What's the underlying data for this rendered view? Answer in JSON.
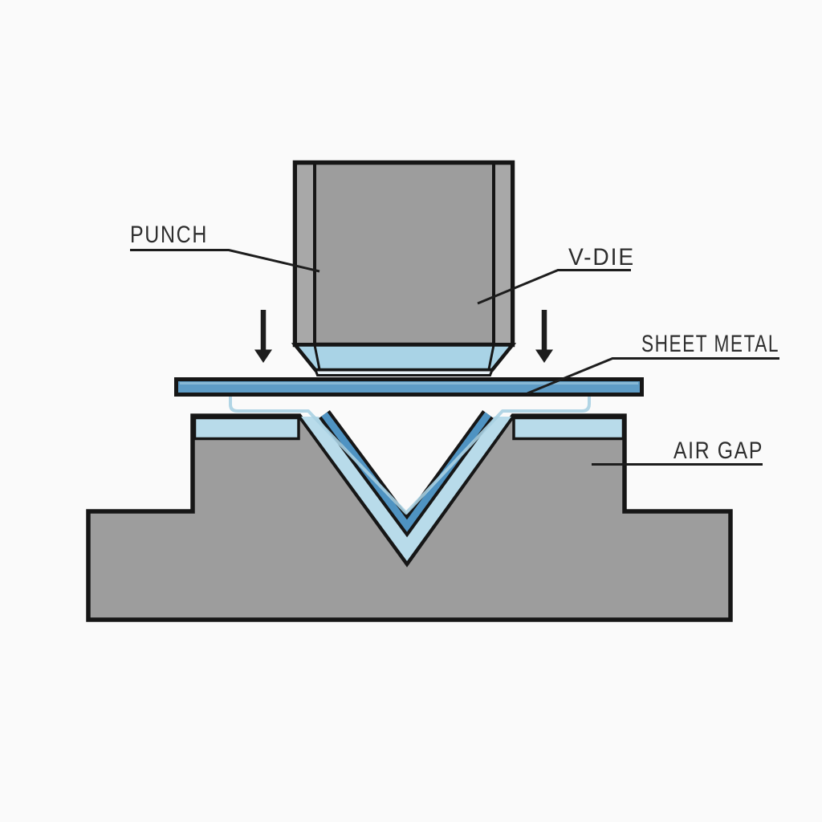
{
  "diagram": {
    "labels": {
      "punch": "PUNCH",
      "v_die": "V-DIE",
      "sheet_metal": "SHEET METAL",
      "air_gap": "AIR GAP"
    },
    "icons": {
      "left_arrow": "down-arrow",
      "right_arrow": "down-arrow"
    },
    "colors": {
      "background": "#fafafa",
      "metal_gray": "#9d9d9d",
      "metal_edge_gray": "#a8a8a8",
      "outline": "#161616",
      "light_blue": "#b8dbea",
      "tip_blue": "#a9d3e6",
      "tip_sliver": "#e8f1f6",
      "sheet_blue": "#5e9cc6",
      "bent_sheet_blue": "#4f93c2",
      "faint_blue": "#a9d0e2",
      "leader_color": "#1d1d1d",
      "label_color": "#2d2d2d"
    }
  }
}
